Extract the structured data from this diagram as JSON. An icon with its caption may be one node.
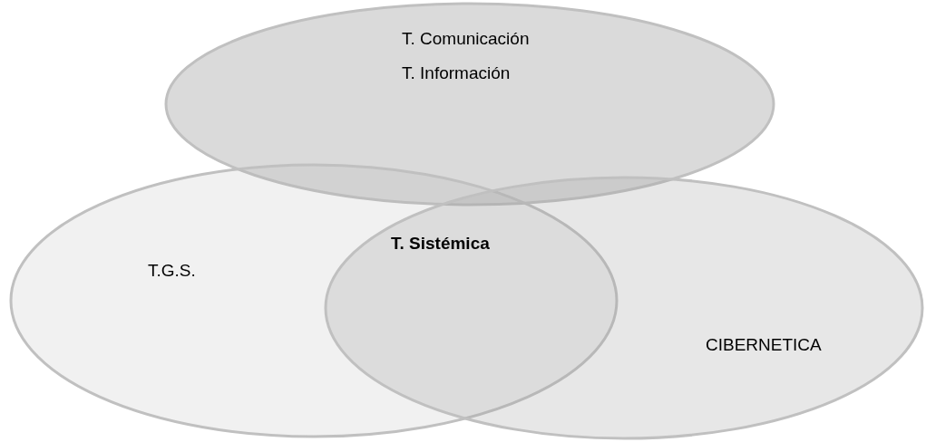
{
  "diagram": {
    "nodes": [
      {
        "text": [
          "T. Comunicación",
          "T. Información"
        ]
      },
      {
        "text": [
          "T.G.S."
        ]
      },
      {
        "text": [
          "CIBERNETICA"
        ]
      }
    ],
    "labels": [
      "T. Sistémica"
    ]
  }
}
